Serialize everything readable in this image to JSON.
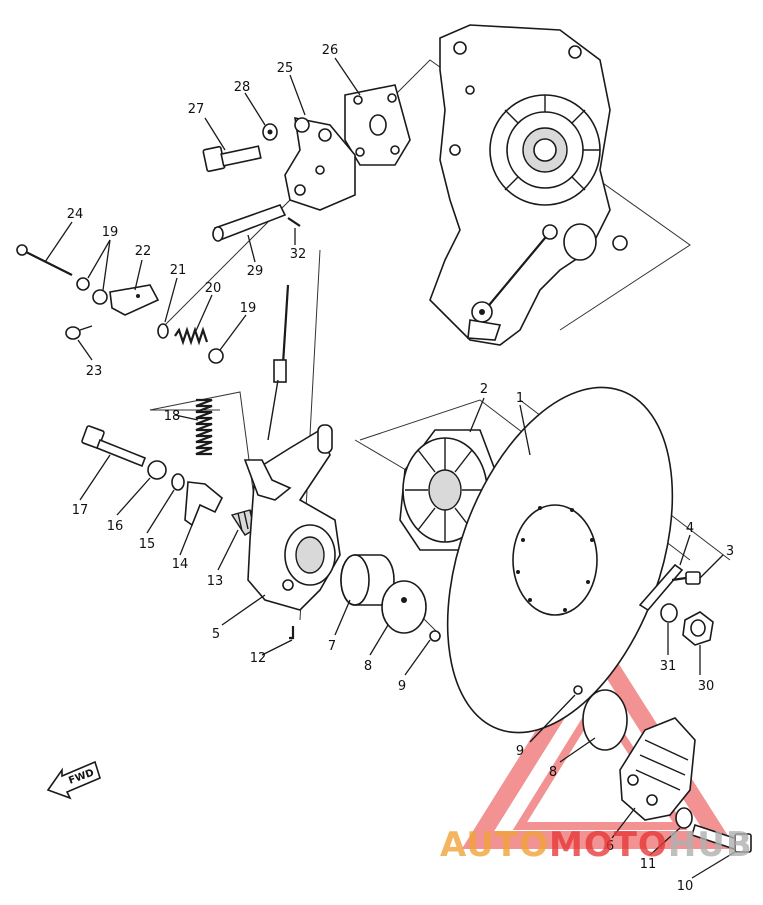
{
  "diagram": {
    "parts": [
      {
        "id": "p1",
        "num": "1"
      },
      {
        "id": "p2",
        "num": "2"
      },
      {
        "id": "p3",
        "num": "3"
      },
      {
        "id": "p4",
        "num": "4"
      },
      {
        "id": "p5",
        "num": "5"
      },
      {
        "id": "p6",
        "num": "6"
      },
      {
        "id": "p7",
        "num": "7"
      },
      {
        "id": "p8",
        "num": "8"
      },
      {
        "id": "p9",
        "num": "9"
      },
      {
        "id": "p8b",
        "num": "8"
      },
      {
        "id": "p9b",
        "num": "9"
      },
      {
        "id": "p10",
        "num": "10"
      },
      {
        "id": "p11",
        "num": "11"
      },
      {
        "id": "p12",
        "num": "12"
      },
      {
        "id": "p13",
        "num": "13"
      },
      {
        "id": "p14",
        "num": "14"
      },
      {
        "id": "p15",
        "num": "15"
      },
      {
        "id": "p16",
        "num": "16"
      },
      {
        "id": "p17",
        "num": "17"
      },
      {
        "id": "p18",
        "num": "18"
      },
      {
        "id": "p19a",
        "num": "19"
      },
      {
        "id": "p19b",
        "num": "19"
      },
      {
        "id": "p20",
        "num": "20"
      },
      {
        "id": "p21",
        "num": "21"
      },
      {
        "id": "p22",
        "num": "22"
      },
      {
        "id": "p23",
        "num": "23"
      },
      {
        "id": "p24",
        "num": "24"
      },
      {
        "id": "p25",
        "num": "25"
      },
      {
        "id": "p26",
        "num": "26"
      },
      {
        "id": "p27",
        "num": "27"
      },
      {
        "id": "p28",
        "num": "28"
      },
      {
        "id": "p29",
        "num": "29"
      },
      {
        "id": "p30",
        "num": "30"
      },
      {
        "id": "p31",
        "num": "31"
      },
      {
        "id": "p32",
        "num": "32"
      }
    ],
    "fwd_label": "FWD"
  },
  "watermark": {
    "part1": "AUTO",
    "part2": "MOTO",
    "part3": "HUB",
    "color_red": "#e83a3a",
    "color_orange": "#f2a33a",
    "color_gray": "#b0b0b0"
  }
}
